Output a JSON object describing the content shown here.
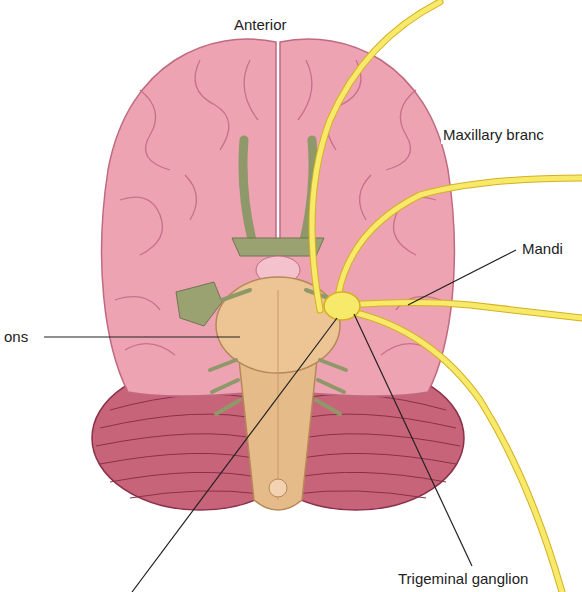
{
  "diagram": {
    "labels": [
      "Anterior",
      "Maxillary branc",
      "Mandi",
      "ons",
      "Trigeminal ganglion"
    ]
  }
}
